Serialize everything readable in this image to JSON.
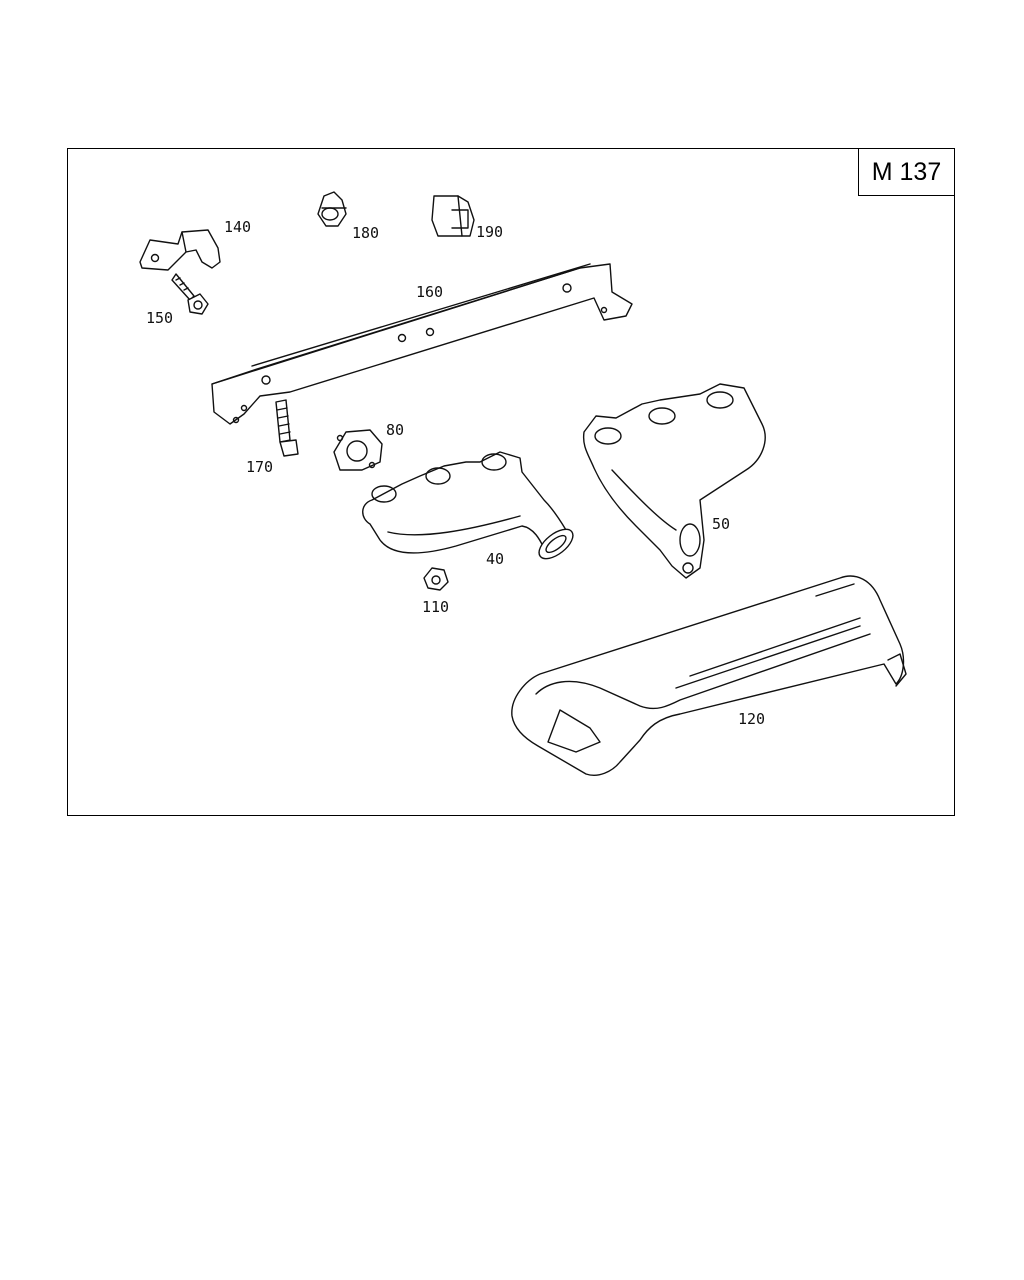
{
  "diagram": {
    "model_code": "M 137",
    "callouts": {
      "p140": "140",
      "p150": "150",
      "p180": "180",
      "p190": "190",
      "p160": "160",
      "p170": "170",
      "p80": "80",
      "p40": "40",
      "p50": "50",
      "p110": "110",
      "p120": "120"
    }
  }
}
